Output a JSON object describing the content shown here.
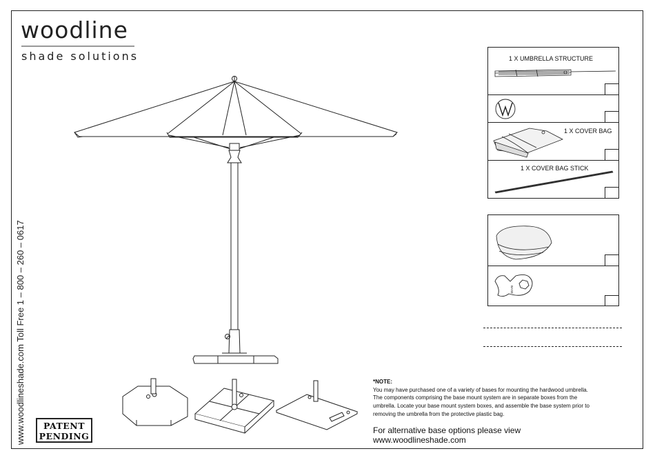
{
  "brand": {
    "name": "woodline",
    "tagline": "shade solutions"
  },
  "side_contact": "www.woodlineshade.com   Toll Free 1 – 800 – 260 – 0617",
  "patent": {
    "line1": "PATENT",
    "line2": "PENDING"
  },
  "parts": [
    {
      "label": "1 X UMBRELLA STRUCTURE",
      "icon": "umbrella-structure-icon"
    },
    {
      "label": "",
      "icon": "woodline-w-logo-icon"
    },
    {
      "label": "1 X COVER BAG",
      "icon": "cover-bag-icon"
    },
    {
      "label": "1 X COVER BAG STICK",
      "icon": "cover-bag-stick-icon"
    }
  ],
  "parts_extra": [
    {
      "label": "",
      "icon": "protective-bag-icon"
    },
    {
      "label": "",
      "icon": "base-wrench-icon"
    }
  ],
  "note": {
    "title": "*NOTE:",
    "body": "You may have purchased one of a variety of bases for mounting the hardwood umbrella. The components comprising the base mount system are in separate boxes from the umbrella. Locate your base mount system boxes, and assemble the base system prior to removing the umbrella from the protective plastic bag.",
    "alt_line1": "For alternative base options please view",
    "alt_line2": "www.woodlineshade.com"
  }
}
